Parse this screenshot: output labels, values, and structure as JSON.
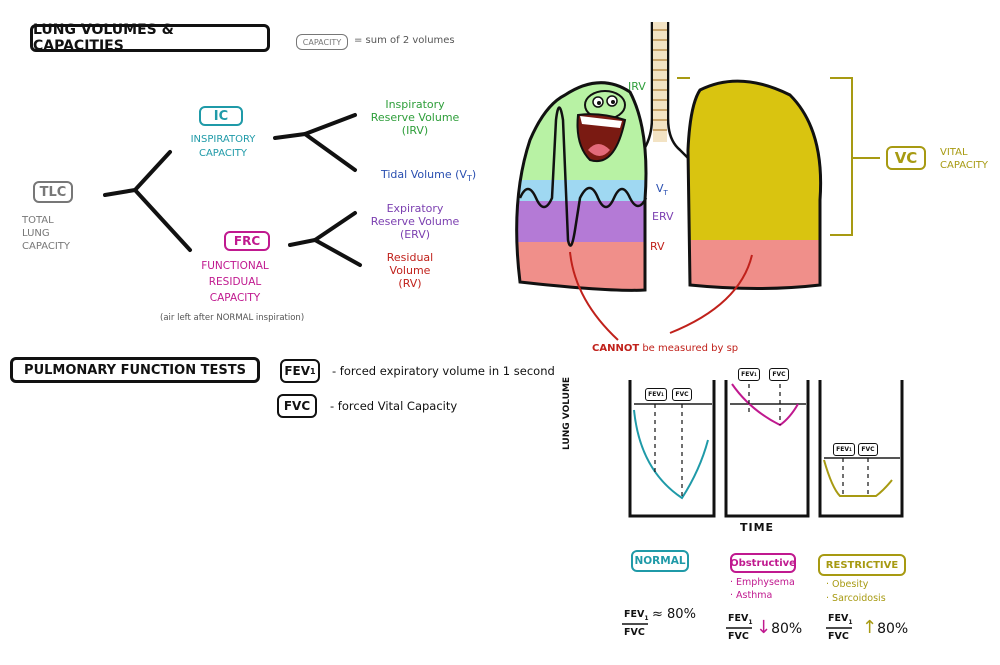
{
  "header": {
    "title": "LUNG VOLUMES & CAPACITIES",
    "capacity_box": "CAPACITY",
    "capacity_note": "= sum of 2 volumes"
  },
  "tree": {
    "tlc_box": "TLC",
    "tlc_desc": [
      "TOTAL",
      "LUNG",
      "CAPACITY"
    ],
    "ic_box": "IC",
    "ic_desc": [
      "INSPIRATORY",
      "CAPACITY"
    ],
    "frc_box": "FRC",
    "frc_desc": [
      "FUNCTIONAL",
      "RESIDUAL",
      "CAPACITY"
    ],
    "frc_note": "(air left after NORMAL inspiration)",
    "irv_label": [
      "Inspiratory",
      "Reserve Volume",
      "(IRV)"
    ],
    "vt_label": "Tidal Volume (V",
    "vt_sub": "T",
    "vt_close": ")",
    "erv_label": [
      "Expiratory",
      "Reserve Volume",
      "(ERV)"
    ],
    "rv_label": [
      "Residual",
      "Volume",
      "(RV)"
    ]
  },
  "lungs": {
    "irv": "IRV",
    "vt": "V",
    "vt_sub": "T",
    "erv": "ERV",
    "rv": "RV",
    "vc_box": "VC",
    "vc_desc": [
      "VITAL",
      "CAPACITY"
    ],
    "cannot_bold": "CANNOT",
    "cannot_rest": "be measured by sp"
  },
  "pft": {
    "title": "PULMONARY FUNCTION TESTS",
    "fev1_box": "FEV",
    "fev1_sub": "1",
    "fev1_def": "- forced expiratory volume in 1 second",
    "fvc_box": "FVC",
    "fvc_def": "- forced Vital Capacity"
  },
  "graphs": {
    "y_label": "LUNG VOLUME",
    "x_label": "TIME",
    "fev1_tag": "FEV",
    "fev1_tag_sub": "1",
    "fvc_tag": "FVC"
  },
  "categories": {
    "normal": "NORMAL",
    "obstructive": "Obstructive",
    "obstructive_items": [
      "· Emphysema",
      "· Asthma"
    ],
    "restrictive": "RESTRICTIVE",
    "restrictive_items": [
      "· Obesity",
      "· Sarcoidosis"
    ]
  },
  "ratios": {
    "numerator": "FEV",
    "numerator_sub": "1",
    "denominator": "FVC",
    "normal": "≈ 80%",
    "obstructive_arrow": "↓",
    "obstructive_value": "80%",
    "restrictive_arrow": "↑",
    "restrictive_value": "80%"
  },
  "colors": {
    "teal": "#1f9aa8",
    "green": "#2e9e3a",
    "blue": "#2a4fb0",
    "purple": "#7b3fb0",
    "red": "#c0211b",
    "magenta": "#c0198f",
    "gray": "#777777",
    "olive": "#a79a12",
    "irv_fill": "#b8f2a4",
    "vt_fill": "#9fd8f2",
    "erv_fill": "#b47ad6",
    "rv_fill": "#f08f8a",
    "lung_fill": "#d9c410"
  }
}
